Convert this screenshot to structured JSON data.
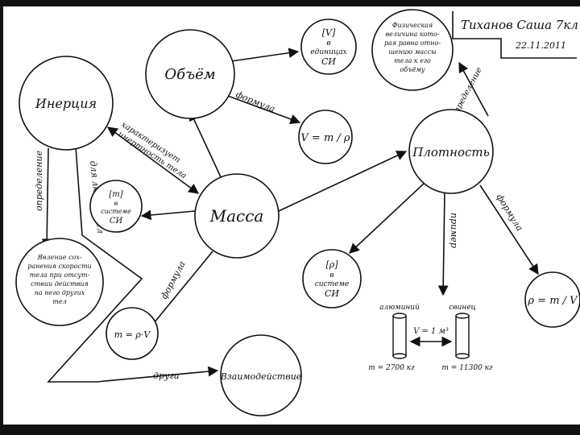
{
  "header": {
    "author": "Тиханов Саша 7кл",
    "date": "22.11.2011"
  },
  "nodes": {
    "inertia": "Инерция",
    "volume": "Объём",
    "mass": "Масса",
    "density": "Плотность",
    "interaction": "Взаимодействие"
  },
  "notes": {
    "volume_units": [
      "[V]",
      "в",
      "единицах",
      "СИ"
    ],
    "volume_formula": "V = m / ρ",
    "mass_units": [
      "[m]",
      "в",
      "системе",
      "СИ"
    ],
    "density_units": [
      "[ρ]",
      "в",
      "системе",
      "СИ"
    ],
    "density_formula": "ρ = m / V",
    "density_definition": [
      "Физическая",
      "величина кото-",
      "рая равна отно-",
      "шению массы",
      "тела к его",
      "объёму"
    ],
    "inertia_definition": [
      "Явление сох-",
      "ранения скорости",
      "тела при отсут-",
      "ствии действия",
      "на него других",
      "тел"
    ],
    "mass_formula": "m = ρ·V"
  },
  "edge_labels": {
    "volume_formula": "формула",
    "characterizes": [
      "характеризует",
      "инертность тела"
    ],
    "definition_left": "определение",
    "for_all_bodies": "для любых тел",
    "mass_formula": "формула",
    "friend": "друга",
    "density_definition": "определение",
    "density_example": "пример",
    "density_formula": "формула"
  },
  "example": {
    "left_label": "алюминий",
    "right_label": "свинец",
    "volume_eq": "V = 1 м³",
    "mass_left": "m = 2700 кг",
    "mass_right": "m = 11300 кг"
  }
}
